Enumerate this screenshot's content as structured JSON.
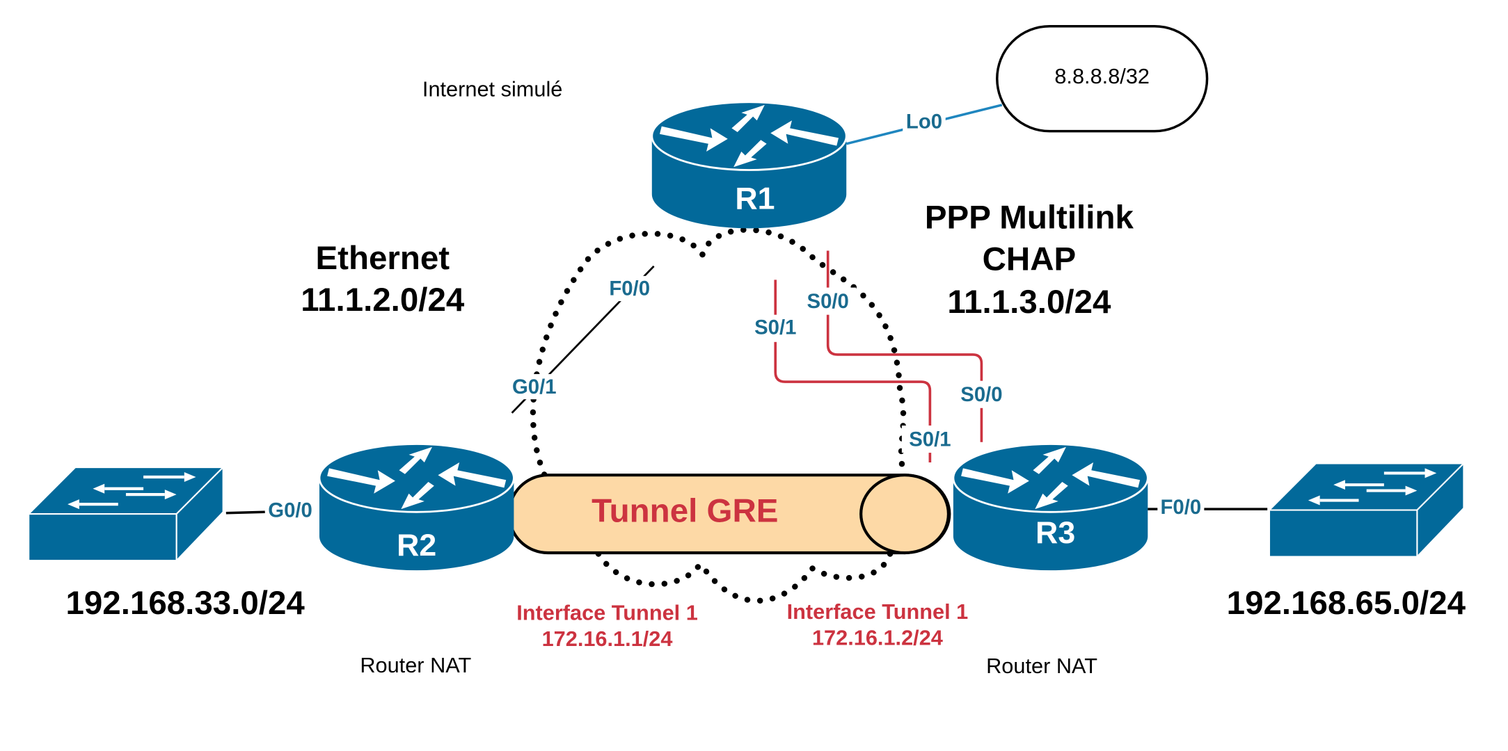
{
  "diagram": {
    "title_internet": "Internet simulé",
    "loopback_cloud": {
      "label": "8.8.8.8/32",
      "iface": "Lo0"
    },
    "routers": [
      {
        "id": "R1",
        "label": "R1"
      },
      {
        "id": "R2",
        "label": "R2",
        "note": "Router NAT"
      },
      {
        "id": "R3",
        "label": "R3",
        "note": "Router NAT"
      }
    ],
    "ethernet_link": {
      "title": "Ethernet",
      "subnet": "11.1.2.0/24",
      "r1_iface": "F0/0",
      "r2_iface": "G0/1"
    },
    "ppp_link": {
      "title_line1": "PPP Multilink",
      "title_line2": "CHAP",
      "subnet": "11.1.3.0/24",
      "r1_iface_a": "S0/0",
      "r1_iface_b": "S0/1",
      "r3_iface_a": "S0/0",
      "r3_iface_b": "S0/1"
    },
    "lan_left": {
      "subnet": "192.168.33.0/24",
      "iface": "G0/0"
    },
    "lan_right": {
      "subnet": "192.168.65.0/24",
      "iface": "F0/0"
    },
    "tunnel": {
      "title": "Tunnel GRE",
      "left_iface": "Interface Tunnel 1",
      "left_ip": "172.16.1.1/24",
      "right_iface": "Interface Tunnel 1",
      "right_ip": "172.16.1.2/24"
    },
    "colors": {
      "device_blue": "#02699a",
      "iface_blue": "#1a6b8f",
      "tunnel_fill": "#fdd9a6",
      "tunnel_red": "#cc3340",
      "serial_red": "#cc3340"
    }
  }
}
